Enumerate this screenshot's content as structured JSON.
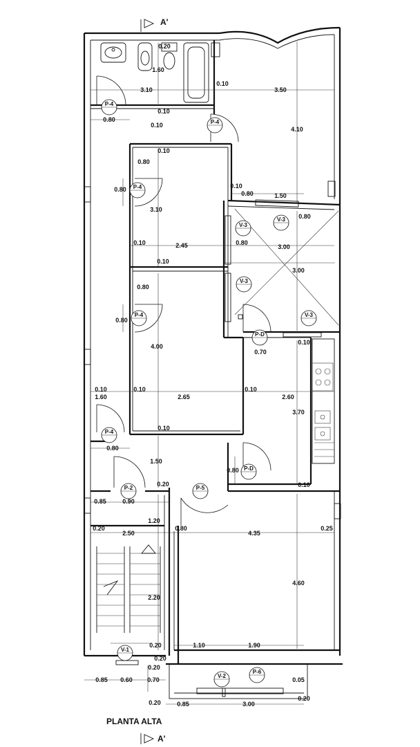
{
  "plan": {
    "title": "PLANTA ALTA",
    "section_marker": "A'"
  },
  "dimensions": [
    {
      "id": "d020a",
      "text": "0.20"
    },
    {
      "id": "d160a",
      "text": "1.60"
    },
    {
      "id": "d310a",
      "text": "3.10"
    },
    {
      "id": "d010a",
      "text": "0.10"
    },
    {
      "id": "d350",
      "text": "3.50"
    },
    {
      "id": "d080a",
      "text": "0.80"
    },
    {
      "id": "d010b",
      "text": "0.10"
    },
    {
      "id": "d010c",
      "text": "0.10"
    },
    {
      "id": "d410",
      "text": "4.10"
    },
    {
      "id": "d010d",
      "text": "0.10"
    },
    {
      "id": "d080b",
      "text": "0.80"
    },
    {
      "id": "d080c",
      "text": "0.80"
    },
    {
      "id": "d010e",
      "text": "0.10"
    },
    {
      "id": "d080d",
      "text": "0.80"
    },
    {
      "id": "d150a",
      "text": "1.50"
    },
    {
      "id": "d310b",
      "text": "3.10"
    },
    {
      "id": "d080e",
      "text": "0.80"
    },
    {
      "id": "d010f",
      "text": "0.10"
    },
    {
      "id": "d245",
      "text": "2.45"
    },
    {
      "id": "d080f",
      "text": "0.80"
    },
    {
      "id": "d300a",
      "text": "3.00"
    },
    {
      "id": "d010g",
      "text": "0.10"
    },
    {
      "id": "d300b",
      "text": "3.00"
    },
    {
      "id": "d080g",
      "text": "0.80"
    },
    {
      "id": "d080h",
      "text": "0.80"
    },
    {
      "id": "d400",
      "text": "4.00"
    },
    {
      "id": "d010h",
      "text": "0.10"
    },
    {
      "id": "d070a",
      "text": "0.70"
    },
    {
      "id": "d010i",
      "text": "0.10"
    },
    {
      "id": "d160b",
      "text": "1.60"
    },
    {
      "id": "d010j",
      "text": "0.10"
    },
    {
      "id": "d265",
      "text": "2.65"
    },
    {
      "id": "d010k",
      "text": "0.10"
    },
    {
      "id": "d260",
      "text": "2.60"
    },
    {
      "id": "d370",
      "text": "3.70"
    },
    {
      "id": "d010l",
      "text": "0.10"
    },
    {
      "id": "d080i",
      "text": "0.80"
    },
    {
      "id": "d150b",
      "text": "1.50"
    },
    {
      "id": "d080j",
      "text": "0.80"
    },
    {
      "id": "d020b",
      "text": "0.20"
    },
    {
      "id": "d010m",
      "text": "0.10"
    },
    {
      "id": "d085a",
      "text": "0.85"
    },
    {
      "id": "d090",
      "text": "0.90"
    },
    {
      "id": "d120",
      "text": "1.20"
    },
    {
      "id": "d020c",
      "text": "0.20"
    },
    {
      "id": "d250",
      "text": "2.50"
    },
    {
      "id": "d080k",
      "text": "0.80"
    },
    {
      "id": "d435",
      "text": "4.35"
    },
    {
      "id": "d025",
      "text": "0.25"
    },
    {
      "id": "d220",
      "text": "2.20"
    },
    {
      "id": "d460",
      "text": "4.60"
    },
    {
      "id": "d110",
      "text": "1.10"
    },
    {
      "id": "d190",
      "text": "1.90"
    },
    {
      "id": "d020d",
      "text": "0.20"
    },
    {
      "id": "d020e",
      "text": "0.20"
    },
    {
      "id": "d020f",
      "text": "0.20"
    },
    {
      "id": "d085b",
      "text": "0.85"
    },
    {
      "id": "d060",
      "text": "0.60"
    },
    {
      "id": "d070b",
      "text": "0.70"
    },
    {
      "id": "d005",
      "text": "0.05"
    },
    {
      "id": "d020g",
      "text": "0.20"
    },
    {
      "id": "d085c",
      "text": "0.85"
    },
    {
      "id": "d300c",
      "text": "3.00"
    },
    {
      "id": "d020h",
      "text": "0.20"
    }
  ],
  "tags": [
    {
      "id": "p4a",
      "text": "P-4"
    },
    {
      "id": "p4b",
      "text": "P-4"
    },
    {
      "id": "p4c",
      "text": "P-4"
    },
    {
      "id": "p4d",
      "text": "P-4"
    },
    {
      "id": "p4e",
      "text": "P-4"
    },
    {
      "id": "v3a",
      "text": "V-3"
    },
    {
      "id": "v3b",
      "text": "V-3"
    },
    {
      "id": "v3c",
      "text": "V-3"
    },
    {
      "id": "v3d",
      "text": "V-3"
    },
    {
      "id": "pda",
      "text": "P-D"
    },
    {
      "id": "pdb",
      "text": "P-D"
    },
    {
      "id": "p2",
      "text": "P-2"
    },
    {
      "id": "p5",
      "text": "P-5"
    },
    {
      "id": "v1",
      "text": "V-1"
    },
    {
      "id": "v2",
      "text": "V-2"
    },
    {
      "id": "p6",
      "text": "P-6"
    }
  ]
}
